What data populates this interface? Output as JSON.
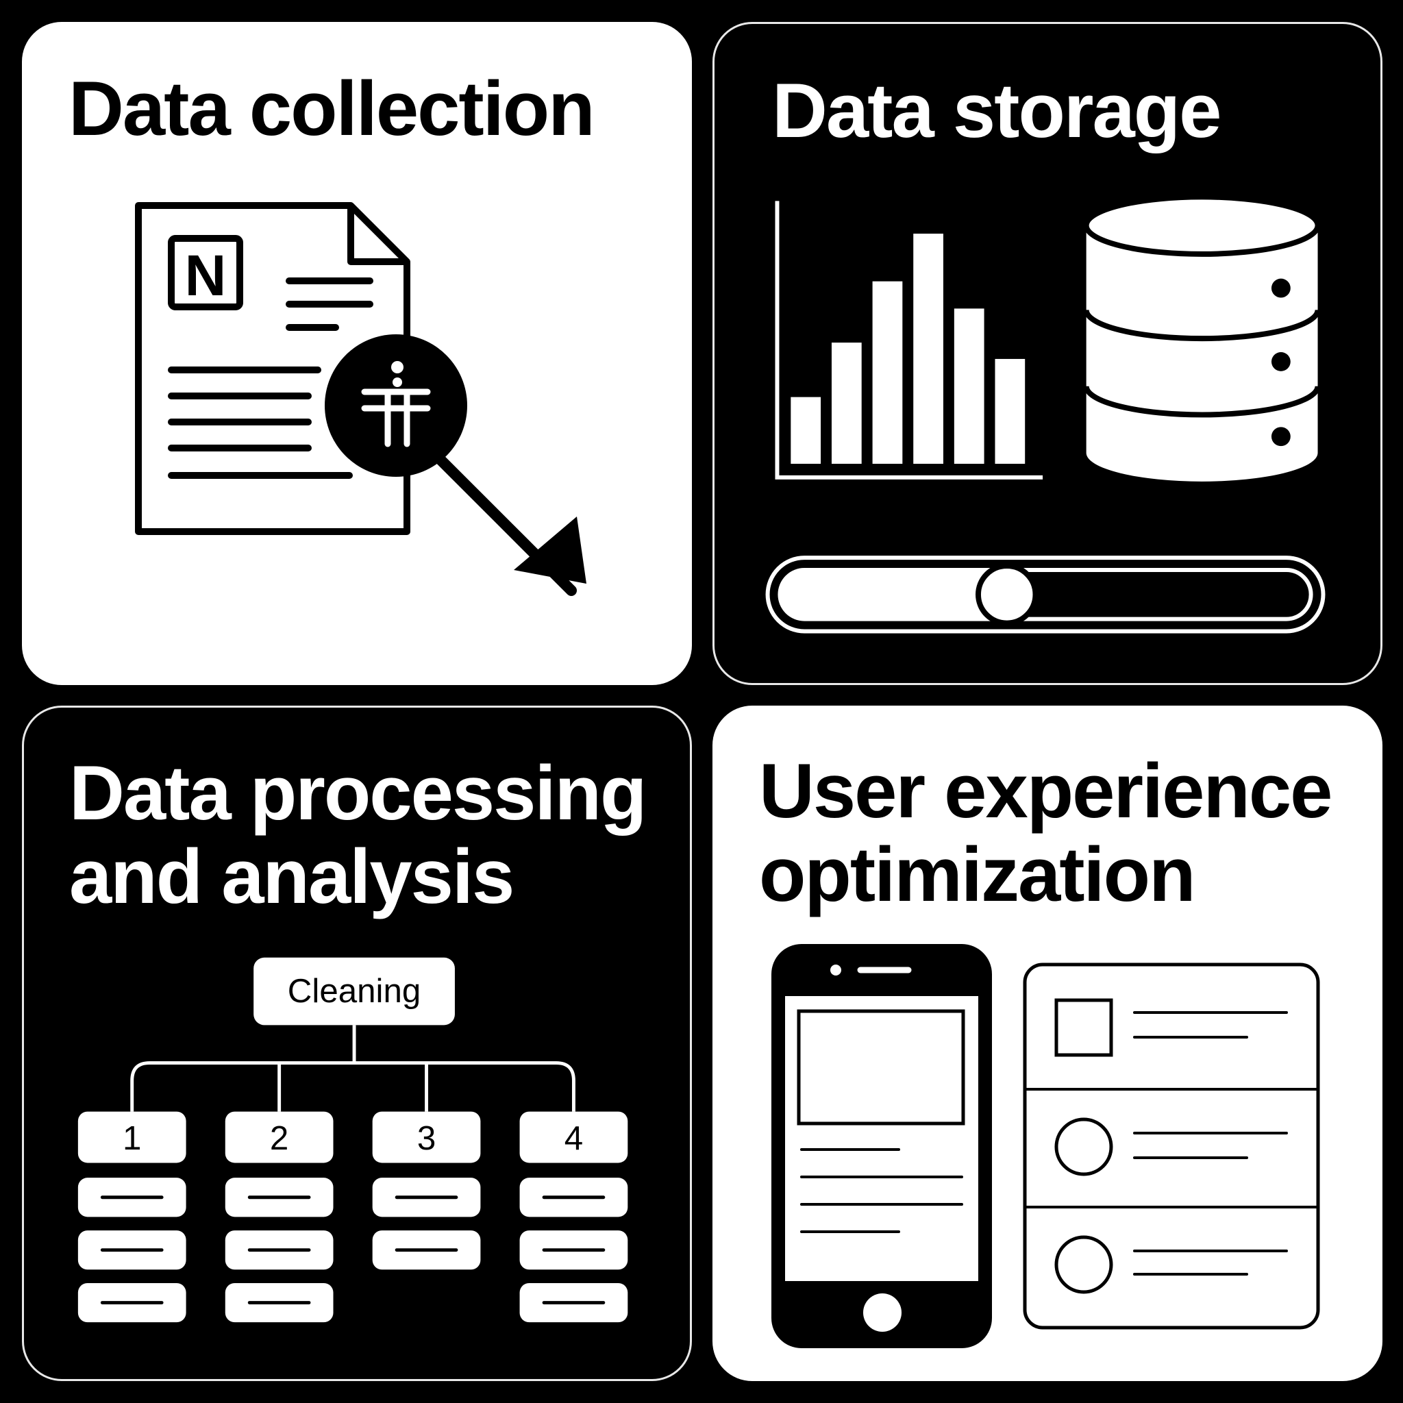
{
  "panels": {
    "collection": {
      "title": "Data collection",
      "document_letter": "N"
    },
    "storage": {
      "title": "Data storage",
      "slider_value": 0.42
    },
    "processing": {
      "title_line1": "Data processing",
      "title_line2": "and analysis",
      "root_label": "Cleaning",
      "columns": [
        "1",
        "2",
        "3",
        "4"
      ],
      "rows_per_column": [
        3,
        3,
        2,
        3
      ]
    },
    "ux": {
      "title_line1": "User experience",
      "title_line2": "optimization"
    }
  },
  "colors": {
    "background": "#000000",
    "light_panel": "#ffffff",
    "dark_panel": "#000000"
  }
}
